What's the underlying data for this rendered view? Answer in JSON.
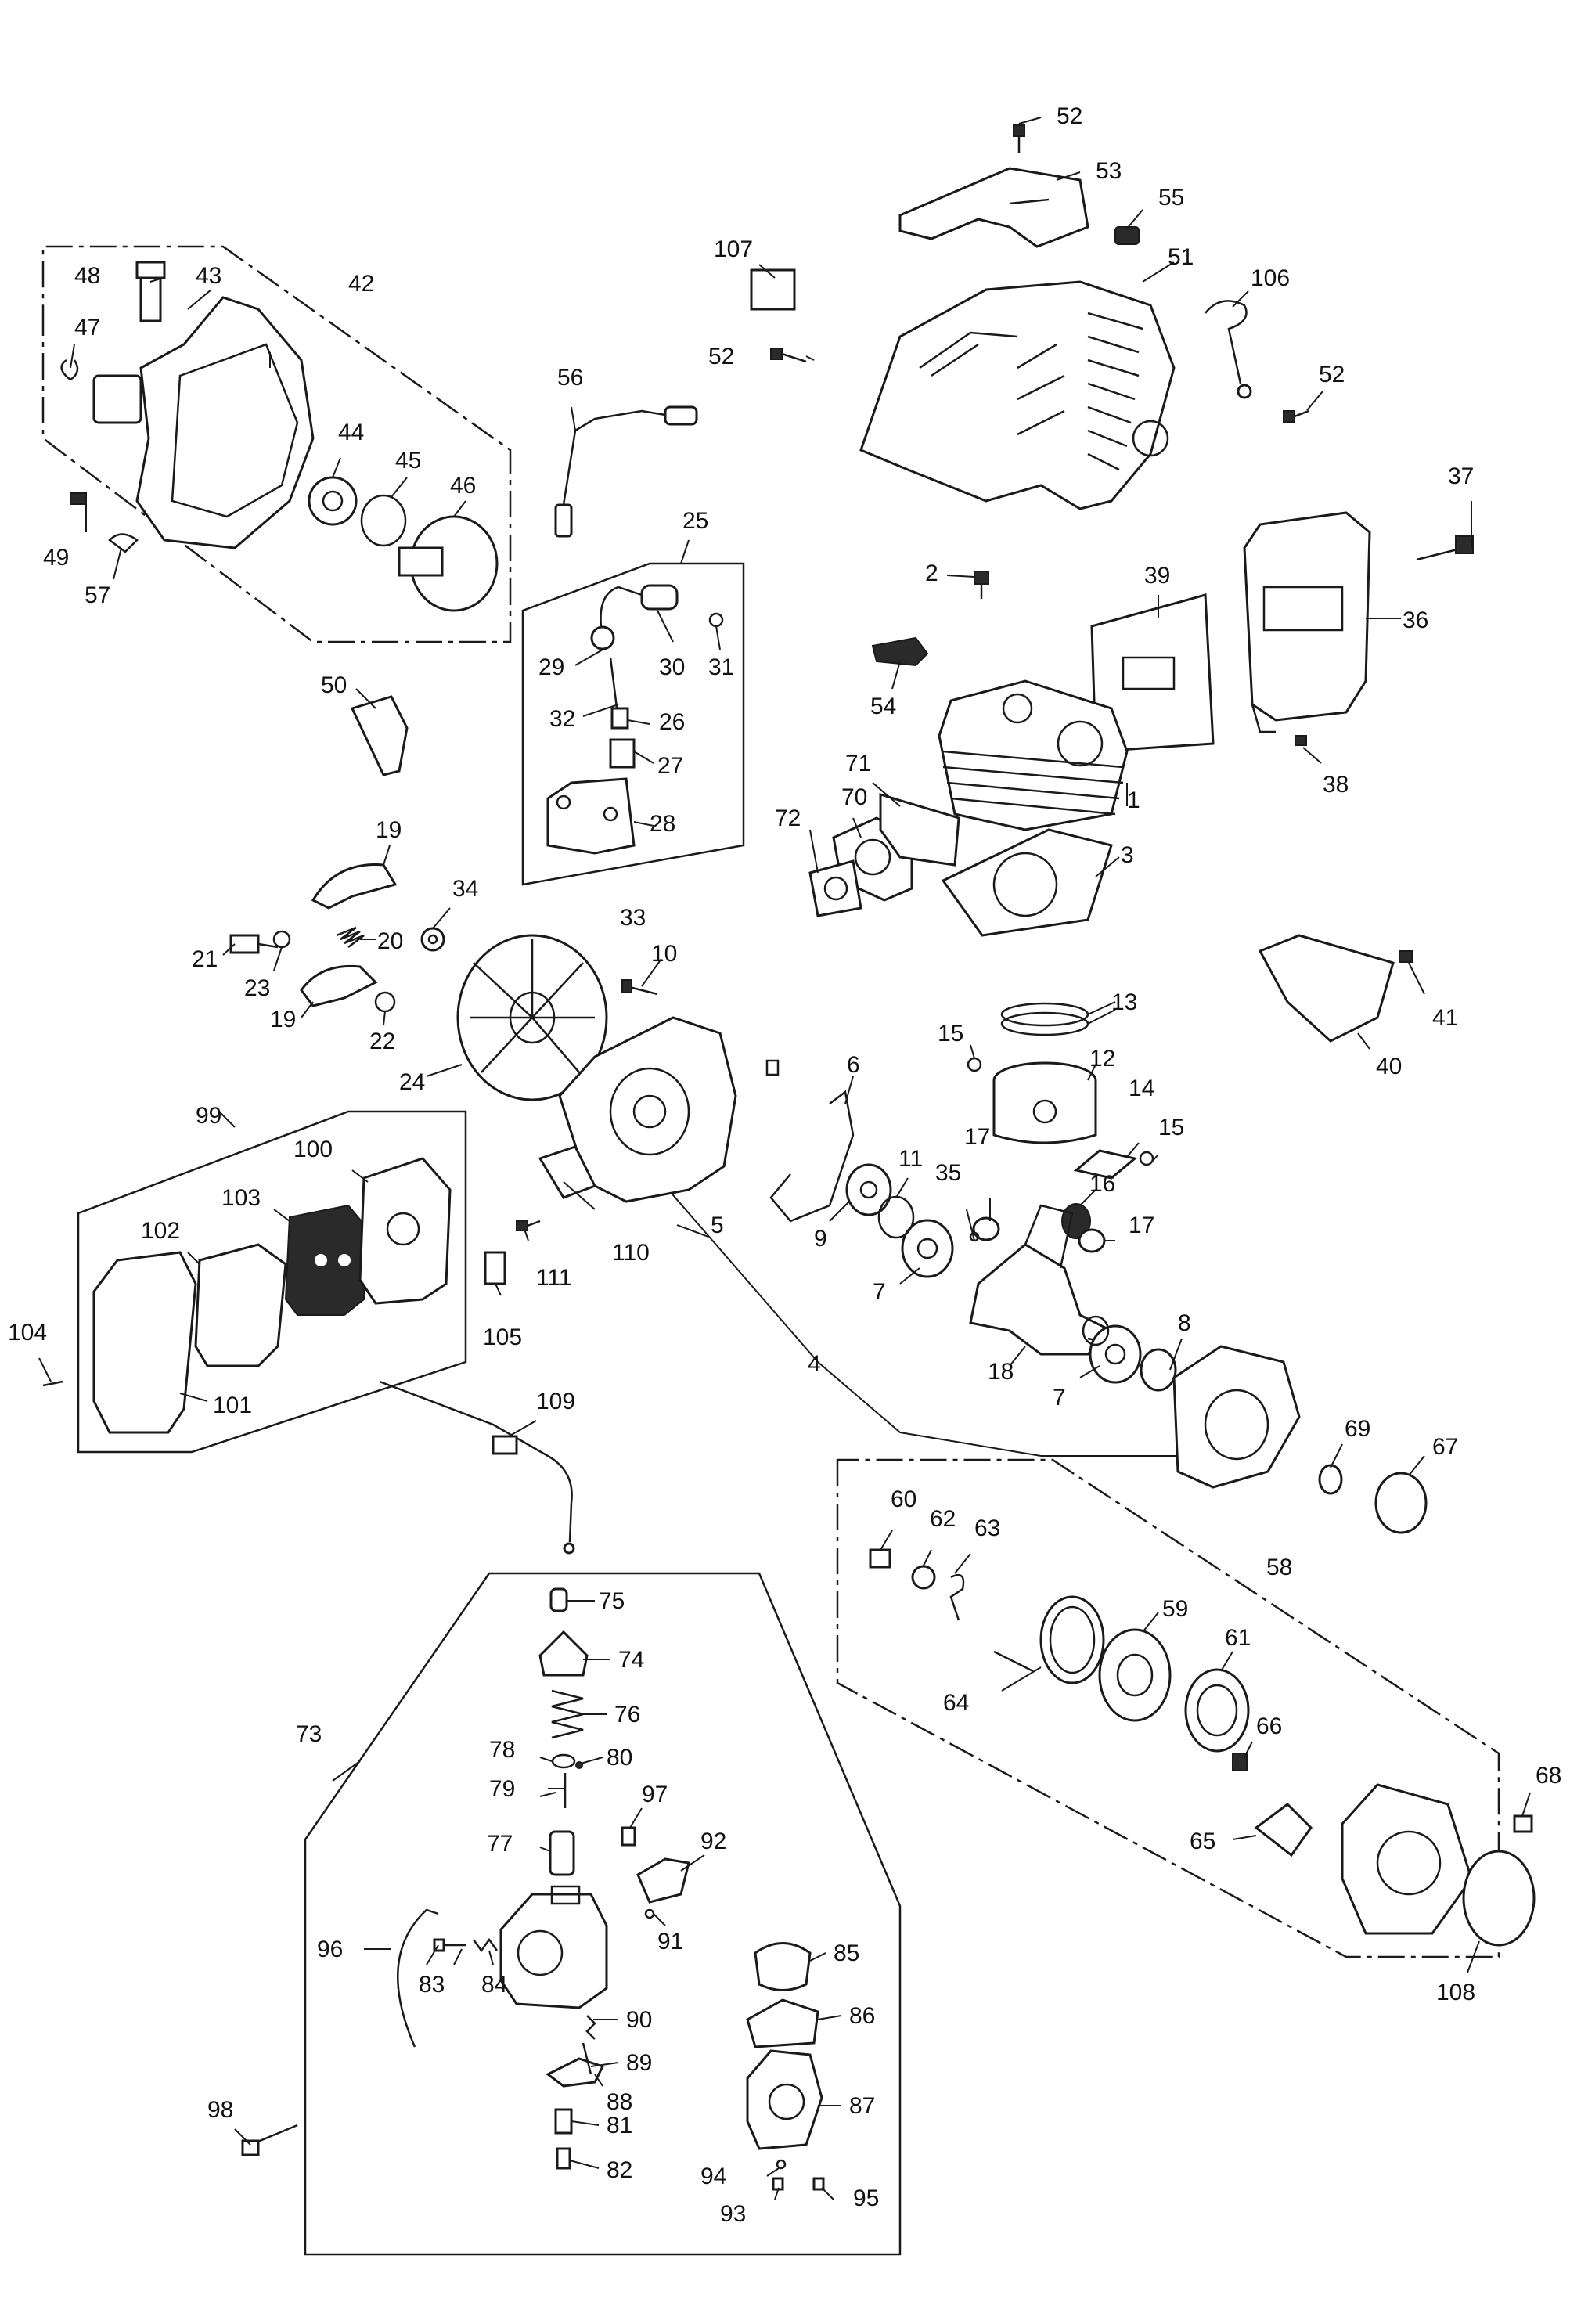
{
  "diagram": {
    "part_numbers": [
      "1",
      "2",
      "3",
      "4",
      "5",
      "6",
      "7",
      "8",
      "9",
      "10",
      "11",
      "12",
      "13",
      "14",
      "15",
      "16",
      "17",
      "18",
      "19",
      "20",
      "21",
      "22",
      "23",
      "24",
      "25",
      "26",
      "27",
      "28",
      "29",
      "30",
      "31",
      "32",
      "33",
      "34",
      "35",
      "36",
      "37",
      "38",
      "39",
      "40",
      "41",
      "42",
      "43",
      "44",
      "45",
      "46",
      "47",
      "48",
      "49",
      "50",
      "51",
      "52",
      "53",
      "54",
      "55",
      "56",
      "57",
      "58",
      "59",
      "60",
      "61",
      "62",
      "63",
      "64",
      "65",
      "66",
      "67",
      "68",
      "69",
      "70",
      "71",
      "72",
      "73",
      "74",
      "75",
      "76",
      "77",
      "78",
      "79",
      "80",
      "81",
      "82",
      "83",
      "84",
      "85",
      "86",
      "87",
      "88",
      "89",
      "90",
      "91",
      "92",
      "93",
      "94",
      "95",
      "96",
      "97",
      "98",
      "99",
      "100",
      "101",
      "102",
      "103",
      "104",
      "105",
      "106",
      "107",
      "108",
      "109",
      "110",
      "111"
    ]
  }
}
